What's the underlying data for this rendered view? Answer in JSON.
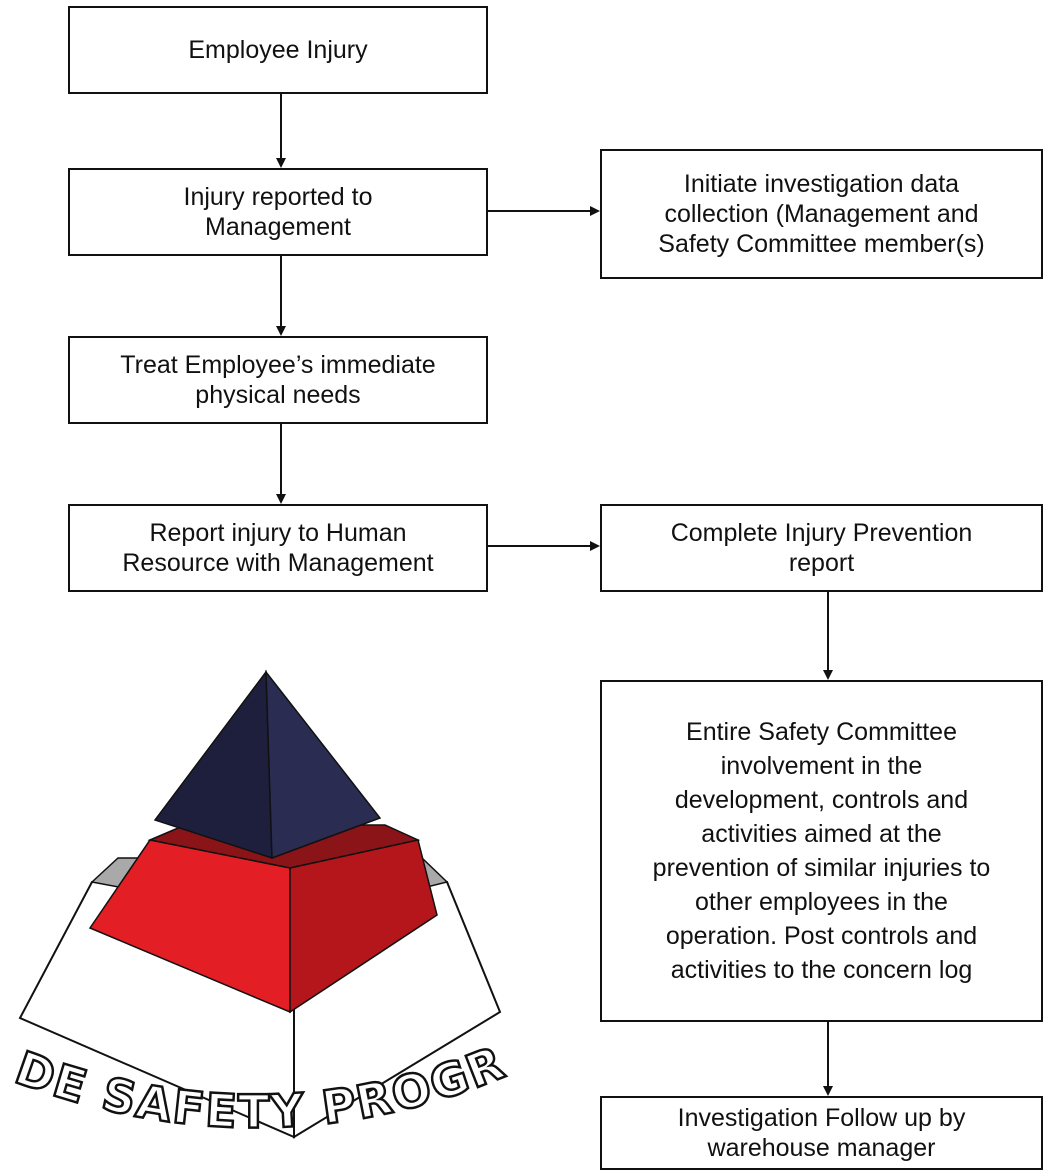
{
  "flowchart": {
    "employee_injury": "Employee Injury",
    "injury_reported": "Injury reported to\nManagement",
    "initiate_investigation": "Initiate investigation  data\ncollection (Management and\nSafety Committee member(s)",
    "treat_employee": "Treat Employee’s immediate\nphysical needs",
    "report_to_hr": "Report injury to Human\nResource with Management",
    "complete_report": "Complete Injury Prevention\nreport",
    "committee_involvement": "Entire Safety Committee\ninvolvement in the\ndevelopment, controls and\nactivities aimed at the\nprevention of similar injuries to\nother employees in the\noperation. Post controls and\nactivities to the concern log",
    "follow_up": "Investigation Follow up by\nwarehouse manager"
  },
  "logo": {
    "text": "HYDE SAFETY PROGRAM",
    "colors": {
      "top": "#1d1f3d",
      "middle_front": "#e31e24",
      "middle_side": "#b5161b",
      "middle_top": "#8a1418",
      "band": "#a9a9a9",
      "base": "#ffffff",
      "outline": "#111111"
    }
  }
}
